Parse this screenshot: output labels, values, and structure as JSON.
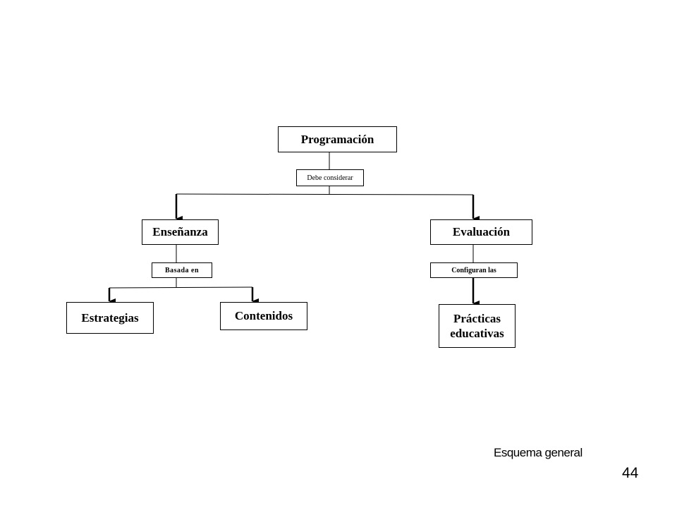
{
  "nodes": {
    "programacion": "Programación",
    "ensenanza": "Enseñanza",
    "evaluacion": "Evaluación",
    "estrategias": "Estrategias",
    "contenidos": "Contenidos",
    "practicas_line1": "Prácticas",
    "practicas_line2": "educativas"
  },
  "links": {
    "debe_considerar": "Debe considerar",
    "basada_en": "Basada en",
    "configuran_las": "Configuran las"
  },
  "caption": "Esquema general",
  "page_number": "44"
}
